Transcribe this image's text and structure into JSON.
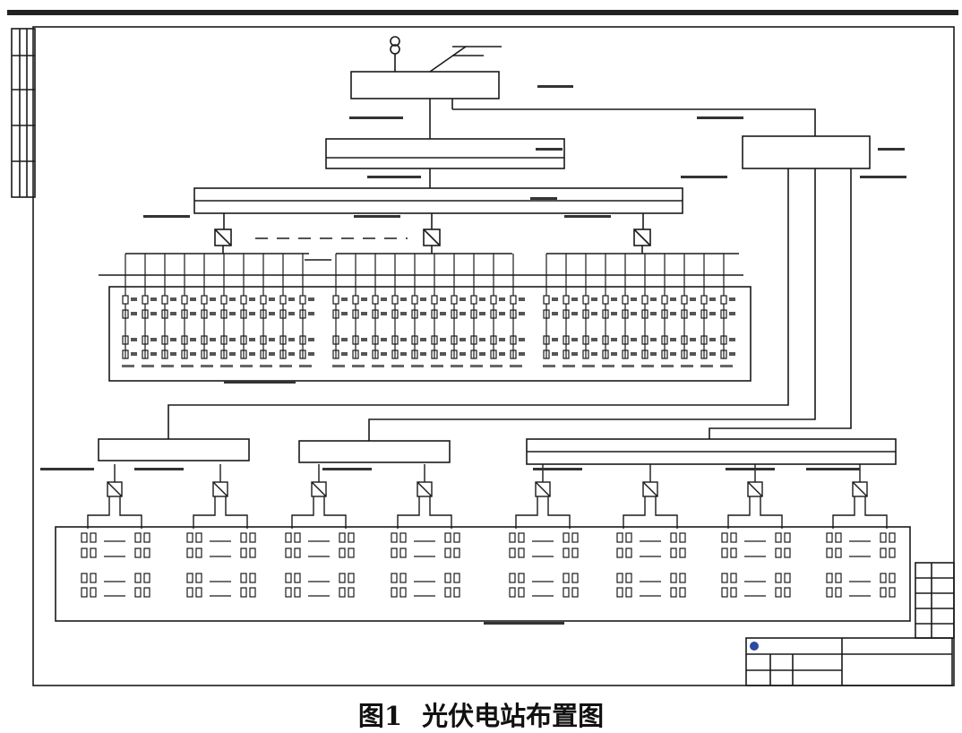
{
  "caption": {
    "figure_no": "图1",
    "title": "光伏电站布置图"
  },
  "diagram": {
    "upper_section_inverters": 3,
    "upper_section_strings_per_inverter": 10,
    "lower_section_inverters": 8,
    "line_color": "#1a1a1a",
    "background": "#ffffff"
  }
}
